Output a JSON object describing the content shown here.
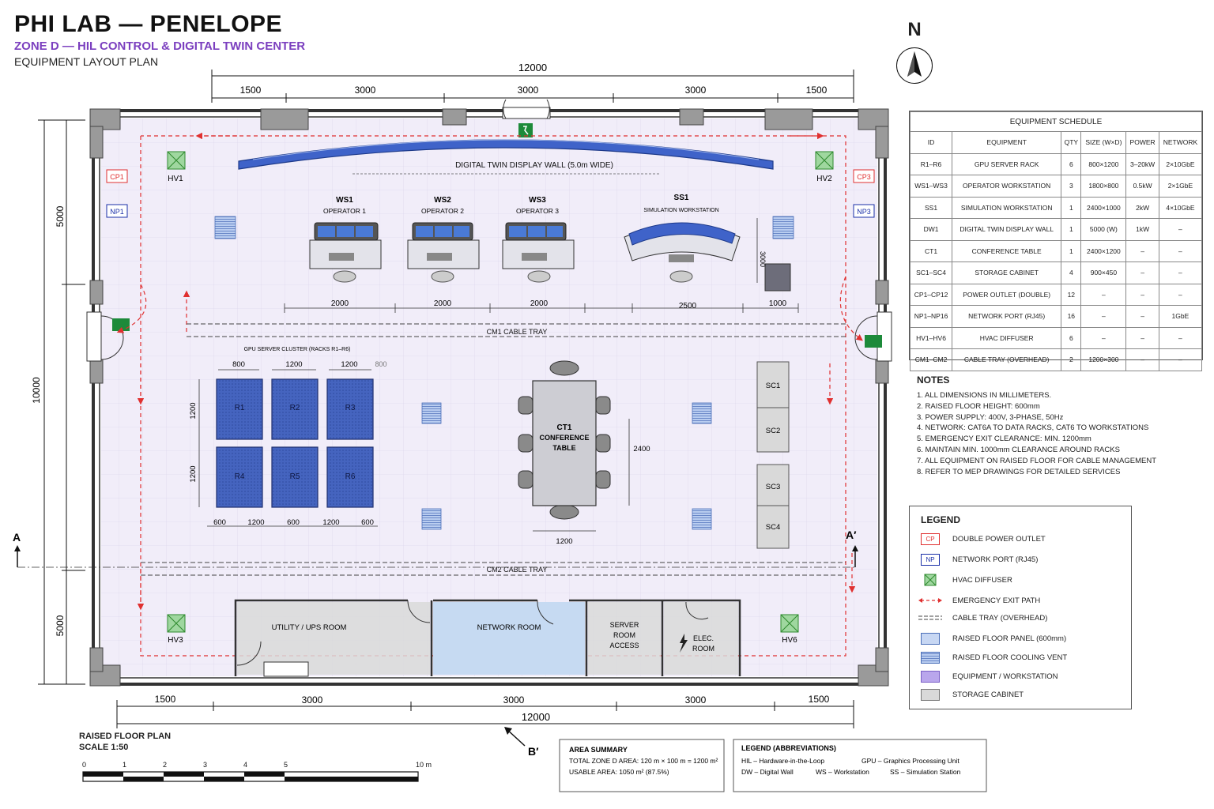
{
  "header": {
    "title": "PHI LAB — PENELOPE",
    "subtitle": "ZONE D — HIL CONTROL & DIGITAL TWIN CENTER",
    "plan_type": "EQUIPMENT LAYOUT PLAN",
    "north": "N"
  },
  "dimensions": {
    "overall_top": "12000",
    "top_segments": [
      "1500",
      "3000",
      "3000",
      "3000",
      "1500"
    ],
    "overall_bottom": "12000",
    "bottom_segments": [
      "1500",
      "3000",
      "3000",
      "3000",
      "1500"
    ],
    "left_segments": [
      "5000",
      "10000",
      "5000"
    ],
    "ws_spacing": [
      "2000",
      "2000",
      "2000",
      "2500",
      "1000"
    ],
    "ss1_height": "3000",
    "rack_top": [
      "800",
      "1200",
      "1200",
      "800"
    ],
    "rack_side": [
      "1200",
      "1200"
    ],
    "rack_bottom": [
      "600",
      "1200",
      "600",
      "1200",
      "600"
    ],
    "table_height": "2400",
    "table_width": "1200"
  },
  "plan": {
    "display_wall": "DIGITAL TWIN DISPLAY WALL (5.0m WIDE)",
    "workstations": [
      {
        "id": "WS1",
        "label": "OPERATOR 1"
      },
      {
        "id": "WS2",
        "label": "OPERATOR 2"
      },
      {
        "id": "WS3",
        "label": "OPERATOR 3"
      }
    ],
    "sim_station": {
      "id": "SS1",
      "label": "SIMULATION WORKSTATION"
    },
    "cable_trays": [
      "CM1  CABLE TRAY",
      "CM2  CABLE TRAY"
    ],
    "rack_cluster_label": "GPU SERVER CLUSTER (RACKS R1–R6)",
    "racks": [
      "R1",
      "R2",
      "R3",
      "R4",
      "R5",
      "R6"
    ],
    "conference": [
      "CT1",
      "CONFERENCE",
      "TABLE"
    ],
    "cabinets": [
      "SC1",
      "SC2",
      "SC3",
      "SC4"
    ],
    "hvac": [
      "HV1",
      "HV2",
      "HV3",
      "HV6"
    ],
    "outlets": [
      "CP1",
      "CP3"
    ],
    "ports": [
      "NP1",
      "NP3"
    ],
    "rooms": {
      "ups": "UTILITY / UPS ROOM",
      "network": "NETWORK ROOM",
      "server": [
        "SERVER",
        "ROOM",
        "ACCESS"
      ],
      "elec": [
        "ELEC.",
        "ROOM"
      ]
    },
    "section_a": "A",
    "section_a_prime": "A′",
    "section_b_prime": "B′"
  },
  "schedule": {
    "title": "EQUIPMENT SCHEDULE",
    "columns": [
      "ID",
      "EQUIPMENT",
      "QTY",
      "SIZE (W×D)",
      "POWER",
      "NETWORK"
    ],
    "rows": [
      [
        "R1–R6",
        "GPU SERVER RACK",
        "6",
        "800×1200",
        "3–20kW",
        "2×10GbE"
      ],
      [
        "WS1–WS3",
        "OPERATOR WORKSTATION",
        "3",
        "1800×800",
        "0.5kW",
        "2×1GbE"
      ],
      [
        "SS1",
        "SIMULATION WORKSTATION",
        "1",
        "2400×1000",
        "2kW",
        "4×10GbE"
      ],
      [
        "DW1",
        "DIGITAL TWIN DISPLAY WALL",
        "1",
        "5000 (W)",
        "1kW",
        "–"
      ],
      [
        "CT1",
        "CONFERENCE TABLE",
        "1",
        "2400×1200",
        "–",
        "–"
      ],
      [
        "SC1–SC4",
        "STORAGE CABINET",
        "4",
        "900×450",
        "–",
        "–"
      ],
      [
        "CP1–CP12",
        "POWER OUTLET (DOUBLE)",
        "12",
        "–",
        "–",
        "–"
      ],
      [
        "NP1–NP16",
        "NETWORK PORT (RJ45)",
        "16",
        "–",
        "–",
        "1GbE"
      ],
      [
        "HV1–HV6",
        "HVAC DIFFUSER",
        "6",
        "–",
        "–",
        "–"
      ],
      [
        "CM1–CM2",
        "CABLE TRAY (OVERHEAD)",
        "2",
        "1200×300",
        "–",
        "–"
      ]
    ]
  },
  "notes": {
    "title": "NOTES",
    "items": [
      "1. ALL DIMENSIONS IN MILLIMETERS.",
      "2. RAISED FLOOR HEIGHT: 600mm",
      "3. POWER SUPPLY: 400V, 3-PHASE, 50Hz",
      "4. NETWORK: CAT6A TO DATA RACKS, CAT6 TO WORKSTATIONS",
      "5. EMERGENCY EXIT CLEARANCE: MIN. 1200mm",
      "6. MAINTAIN MIN. 1000mm CLEARANCE AROUND RACKS",
      "7. ALL EQUIPMENT ON RAISED FLOOR FOR CABLE MANAGEMENT",
      "8. REFER TO MEP DRAWINGS FOR DETAILED SERVICES"
    ]
  },
  "legend": {
    "title": "LEGEND",
    "items": [
      {
        "sym": "CP",
        "label": "DOUBLE POWER OUTLET"
      },
      {
        "sym": "NP",
        "label": "NETWORK PORT (RJ45)"
      },
      {
        "sym": "",
        "label": "HVAC DIFFUSER"
      },
      {
        "sym": "",
        "label": "EMERGENCY EXIT PATH"
      },
      {
        "sym": "",
        "label": "CABLE TRAY (OVERHEAD)"
      },
      {
        "sym": "",
        "label": "RAISED FLOOR PANEL (600mm)"
      },
      {
        "sym": "",
        "label": "RAISED FLOOR COOLING VENT"
      },
      {
        "sym": "",
        "label": "EQUIPMENT / WORKSTATION"
      },
      {
        "sym": "",
        "label": "STORAGE CABINET"
      }
    ]
  },
  "footer": {
    "floor_plan": "RAISED FLOOR PLAN",
    "scale": "SCALE 1:50",
    "scale_ticks": [
      "0",
      "1",
      "2",
      "3",
      "4",
      "5",
      "10 m"
    ],
    "area_title": "AREA SUMMARY",
    "area_total": "TOTAL ZONE D AREA: 120 m × 100 m = 1200 m²",
    "area_usable": "USABLE AREA: 1050 m² (87.5%)",
    "abbr_title": "LEGEND (ABBREVIATIONS)",
    "abbr_row1": [
      "HIL – Hardware-in-the-Loop",
      "GPU – Graphics Processing Unit"
    ],
    "abbr_row2": [
      "DW – Digital Wall",
      "WS – Workstation",
      "SS – Simulation Station"
    ]
  },
  "colors": {
    "equipment_blue": "#4a6dc4",
    "rack_blue": "#3f5fb8",
    "floor_tint": "#f1edf9",
    "exit_red": "#e03030",
    "network_blue": "#c6daf2",
    "cabinet_gray": "#d9d9d9",
    "subtitle_purple": "#7b3fbf"
  }
}
